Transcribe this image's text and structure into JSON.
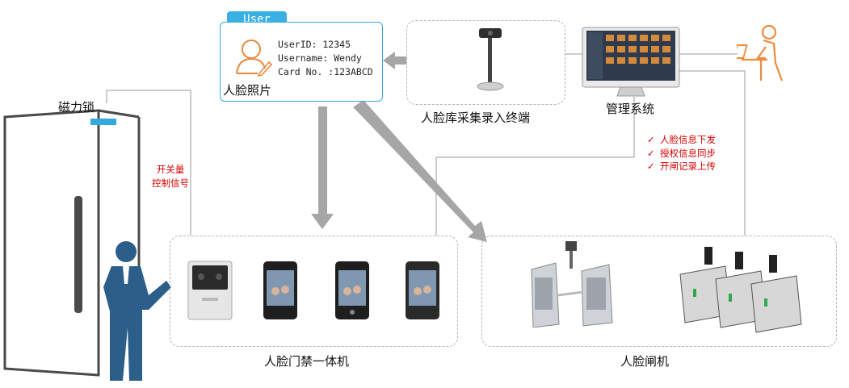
{
  "user_card": {
    "tag": "User",
    "user_id": "UserID: 12345",
    "username": "Username: Wendy",
    "card_no": "Card No. :123ABCD",
    "caption": "人脸照片"
  },
  "labels": {
    "lock": "磁力锁",
    "switch_signal_line1": "开关量",
    "switch_signal_line2": "控制信号",
    "enroll_terminal": "人脸库采集录入终端",
    "management": "管理系统",
    "access_terminal": "人脸门禁一体机",
    "gate": "人脸闸机"
  },
  "sync_items": [
    "人脸信息下发",
    "授权信息同步",
    "开闸记录上传"
  ],
  "check_mark": "✓",
  "colors": {
    "accent": "#39b0e4",
    "person_suit": "#2b5f8a",
    "user_icon": "#e7893a",
    "red_text": "#d40000",
    "arrow": "#a6a6a6"
  }
}
